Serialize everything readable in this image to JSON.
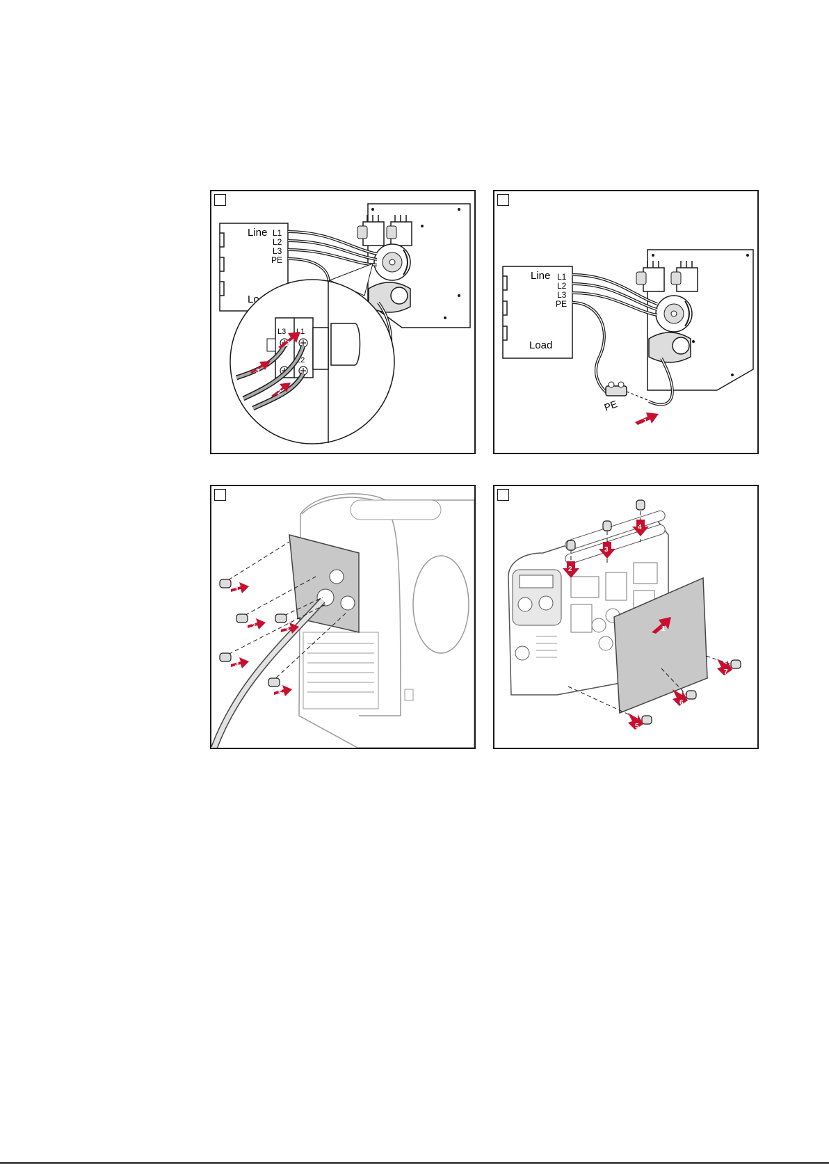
{
  "panels": {
    "p1": {
      "line_label": "Line",
      "load_label": "Load",
      "terminals": [
        "L1",
        "L2",
        "L3",
        "PE"
      ],
      "zoom_labels": [
        "L3",
        "L1",
        "L2"
      ],
      "markers": [
        "1",
        "2",
        "3"
      ]
    },
    "p2": {
      "line_label": "Line",
      "load_label": "Load",
      "terminals": [
        "L1",
        "L2",
        "L3",
        "PE"
      ],
      "pe_label": "PE",
      "markers": [
        "1"
      ]
    },
    "p3": {
      "markers": [
        "1",
        "2",
        "3",
        "4",
        "5"
      ]
    },
    "p4": {
      "markers": [
        "1",
        "2",
        "3",
        "4",
        "5",
        "6",
        "7"
      ]
    }
  },
  "colors": {
    "arrow": "#c8102e",
    "panel_fill": "#c8c8c8",
    "line": "#1a1a1a"
  }
}
